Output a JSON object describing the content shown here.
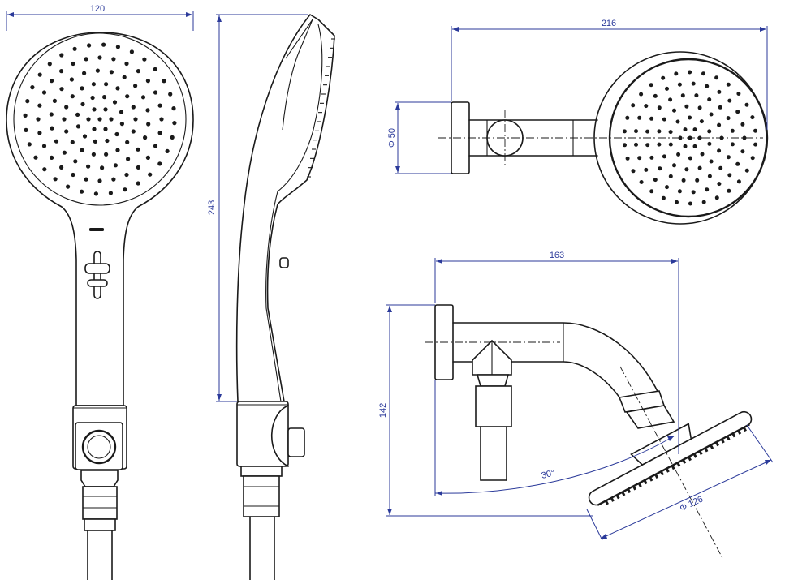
{
  "dimensions": {
    "handset_width": "120",
    "handset_height": "243",
    "shower_arm_length": "216",
    "flange_diameter": "Φ 50",
    "fixed_head_reach": "163",
    "fixed_head_drop": "142",
    "tilt_angle": "30°",
    "head_diameter": "Φ 126"
  },
  "colors": {
    "outline": "#1a1a1a",
    "dimension": "#2b3a9a"
  }
}
